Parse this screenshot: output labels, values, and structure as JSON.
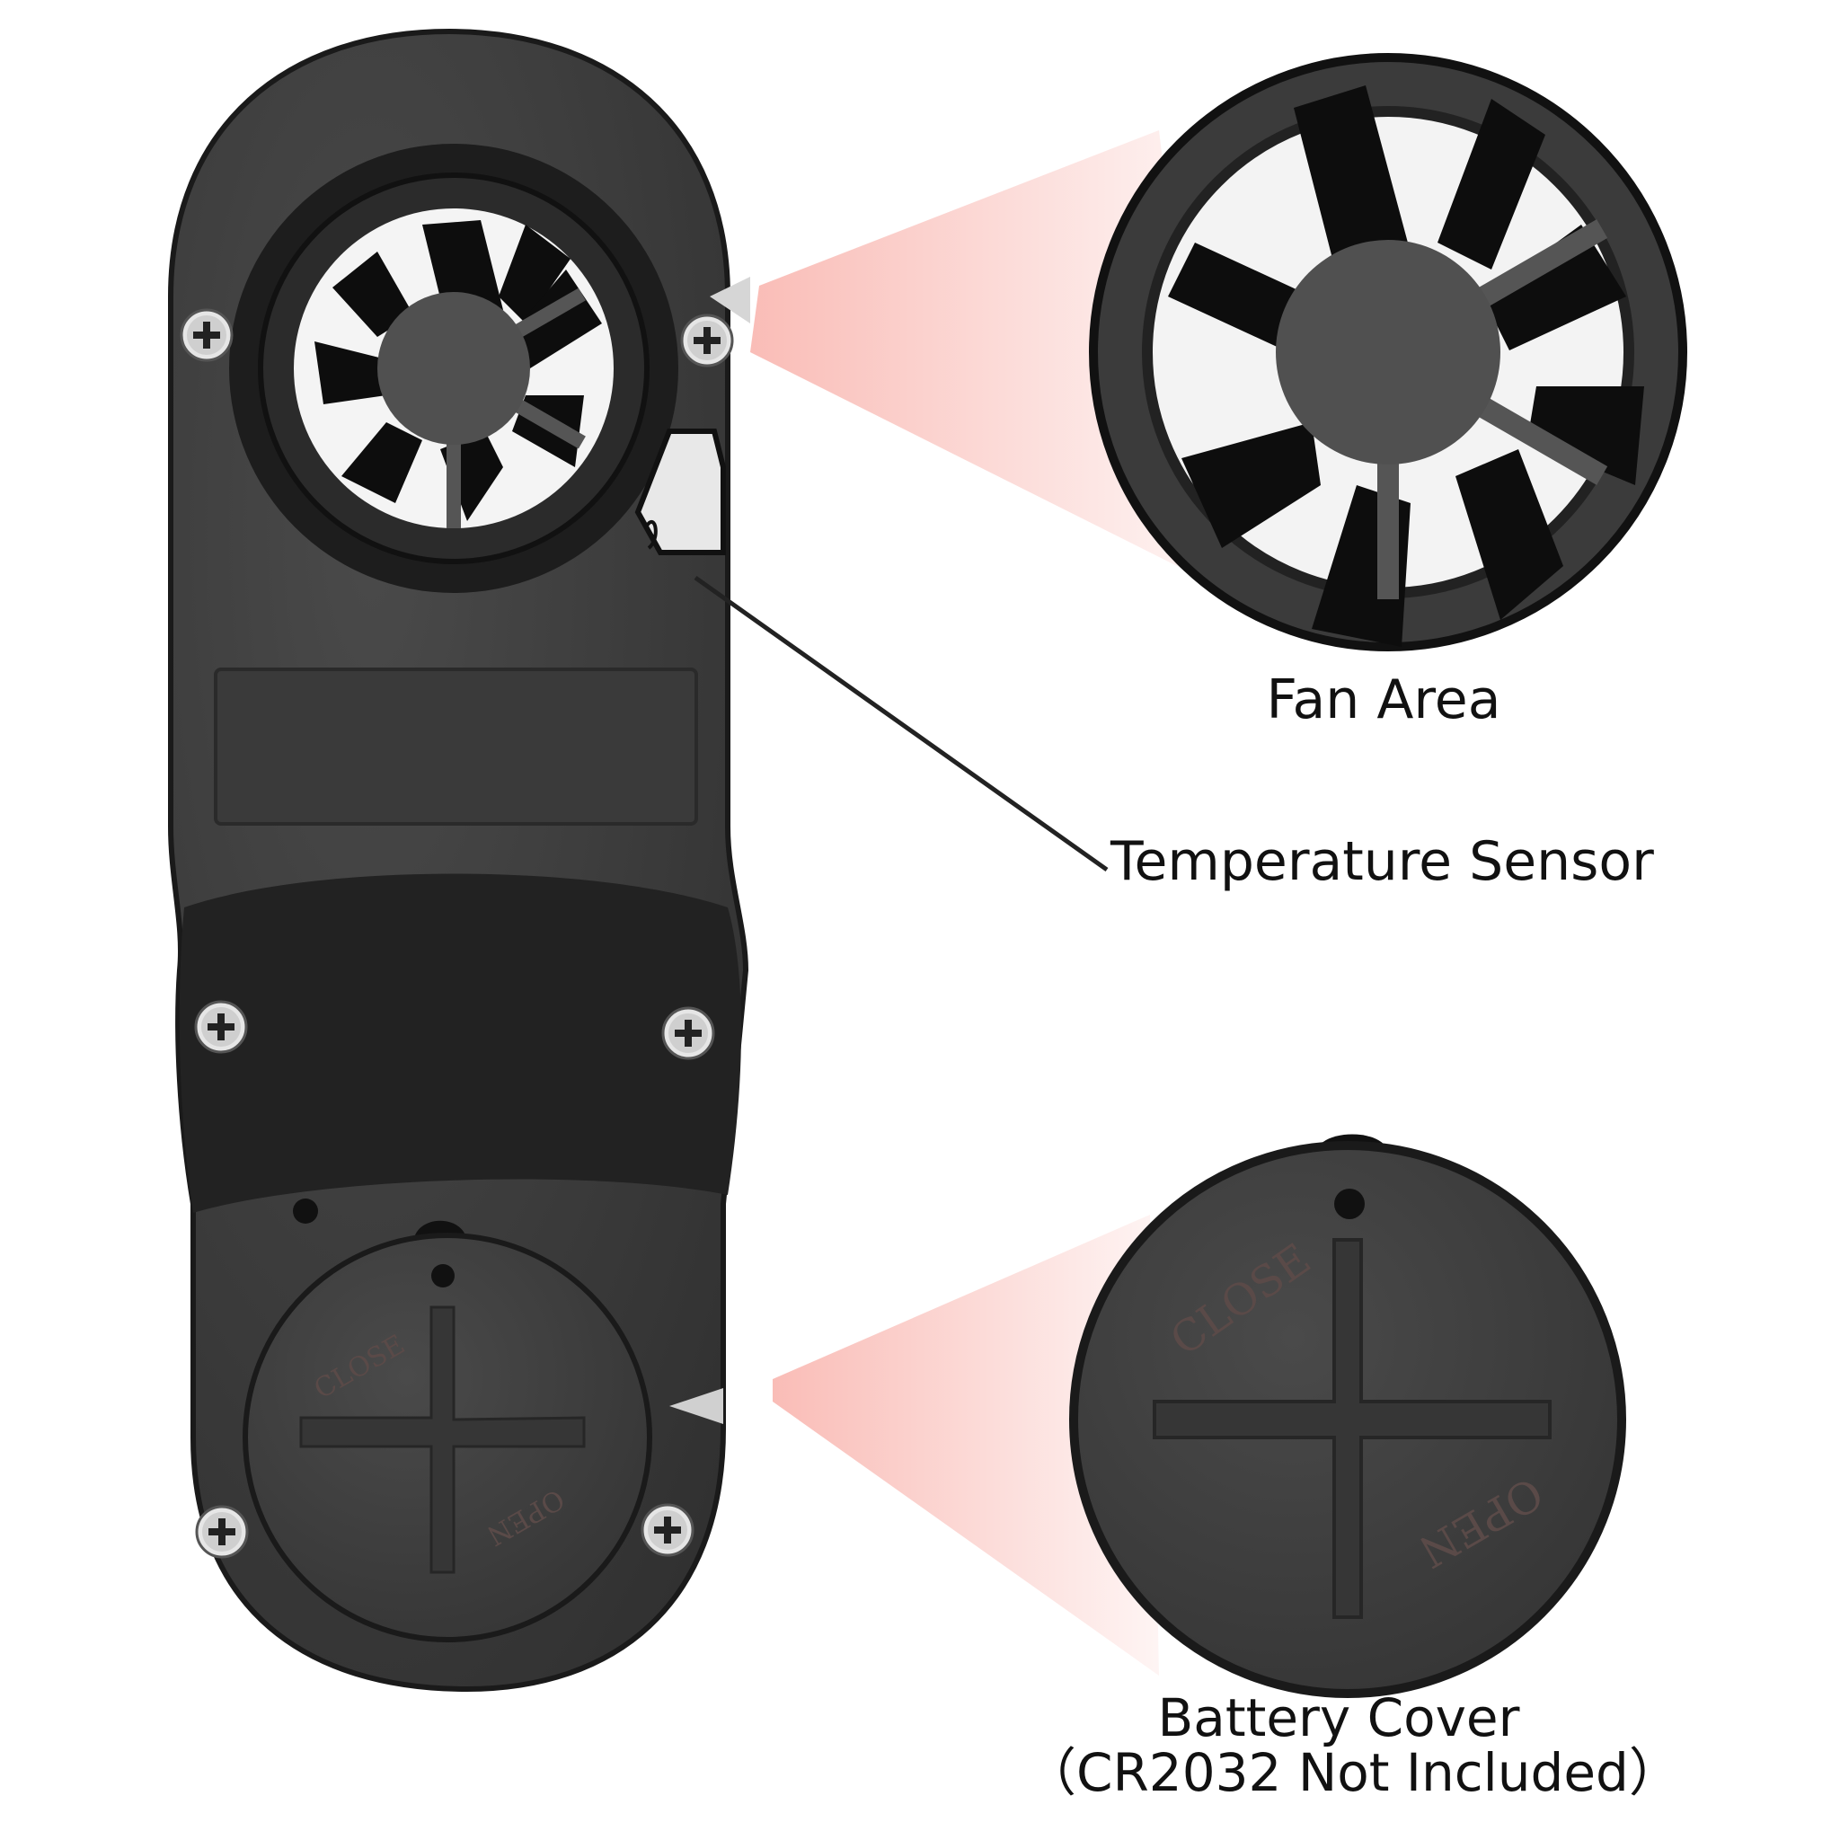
{
  "labels": {
    "fan_area": "Fan Area",
    "temperature_sensor": "Temperature Sensor",
    "battery_cover_line1": "Battery Cover",
    "battery_cover_line2": "（CR2032 Not Included）"
  },
  "device_markings": {
    "close": "CLOSE",
    "open": "OPEN"
  },
  "colors": {
    "background": "#ffffff",
    "device_body": "#3f3f3f",
    "device_dark": "#1c1c1c",
    "fan_blade": "#0d0d0d",
    "highlight_beam": "#f9b9b3",
    "label_text": "#111111"
  }
}
